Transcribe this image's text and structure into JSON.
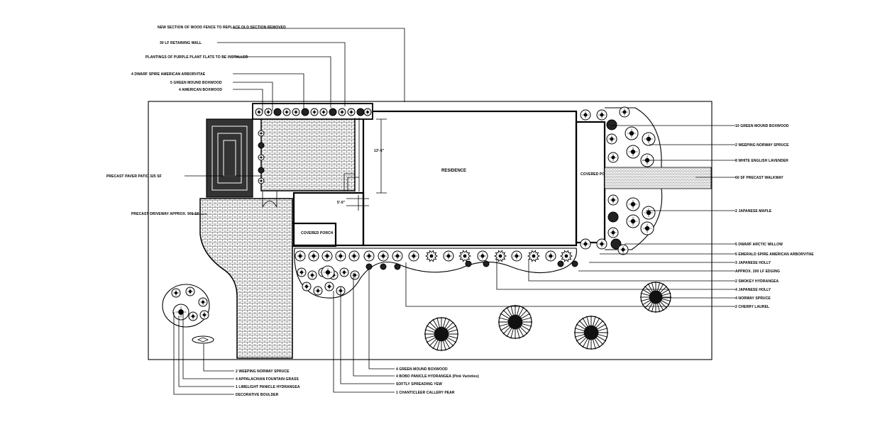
{
  "drawing": {
    "house_label": "RESIDENCE",
    "covered_porch_right": "COVERED PORCH",
    "covered_porch_bottom": "COVERED PORCH",
    "dim_vertical": "13'-6\"",
    "dim_small": "5'-0\"",
    "paver_patio_label": "PRECAST PAVER PATIO 325 SF",
    "driveway_label": "PRECAST DRIVEWAY APPROX. 900 SF",
    "walkway_label": "60 SF PRECAST WALKWAY"
  },
  "callouts_top": [
    "NEW SECTION OF WOOD FENCE TO REPLACE OLD SECTION REMOVED",
    "30 LF RETAINING WALL",
    "PLANTINGS OF PURPLE PLANT FLATS TO BE INSTALLED",
    "4 DWARF SPIRE AMERICAN ARBORVITAE",
    "5 GREEN MOUND BOXWOOD",
    "4 AMERICAN BOXWOOD"
  ],
  "callouts_right": [
    "10 GREEN MOUND BOXWOOD",
    "2 WEEPING NORWAY SPRUCE",
    "8 WHITE ENGLISH LAVENDER",
    "60 SF PRECAST WALKWAY",
    "2 JAPANESE MAPLE",
    "5 DWARF ARCTIC WILLOW",
    "5 EMERALD SPIRE AMERICAN ARBORVITAE",
    "3 JAPANESE HOLLY",
    "APPROX. 200 LF EDGING",
    "2 SMOKEY HYDRANGEA",
    "4 JAPANESE HOLLY",
    "4 NORWAY SPRUCE",
    "2 CHERRY LAUREL"
  ],
  "callouts_bottom": [
    "4 GREEN MOUND BOXWOOD",
    "4 BOBO PANICLE HYDRANGEA (Pink Varieties)",
    "SOFTLY SPREADING YEW",
    "1 CHANTICLEER CALLERY PEAR"
  ],
  "callouts_bottom_left": [
    "2 WEEPING NORWAY SPRUCE",
    "4 APPALACHIAN FOUNTAIN GRASS",
    "1 LIMELIGHT PANICLE HYDRANGEA",
    "DECORATIVE BOULDER"
  ]
}
